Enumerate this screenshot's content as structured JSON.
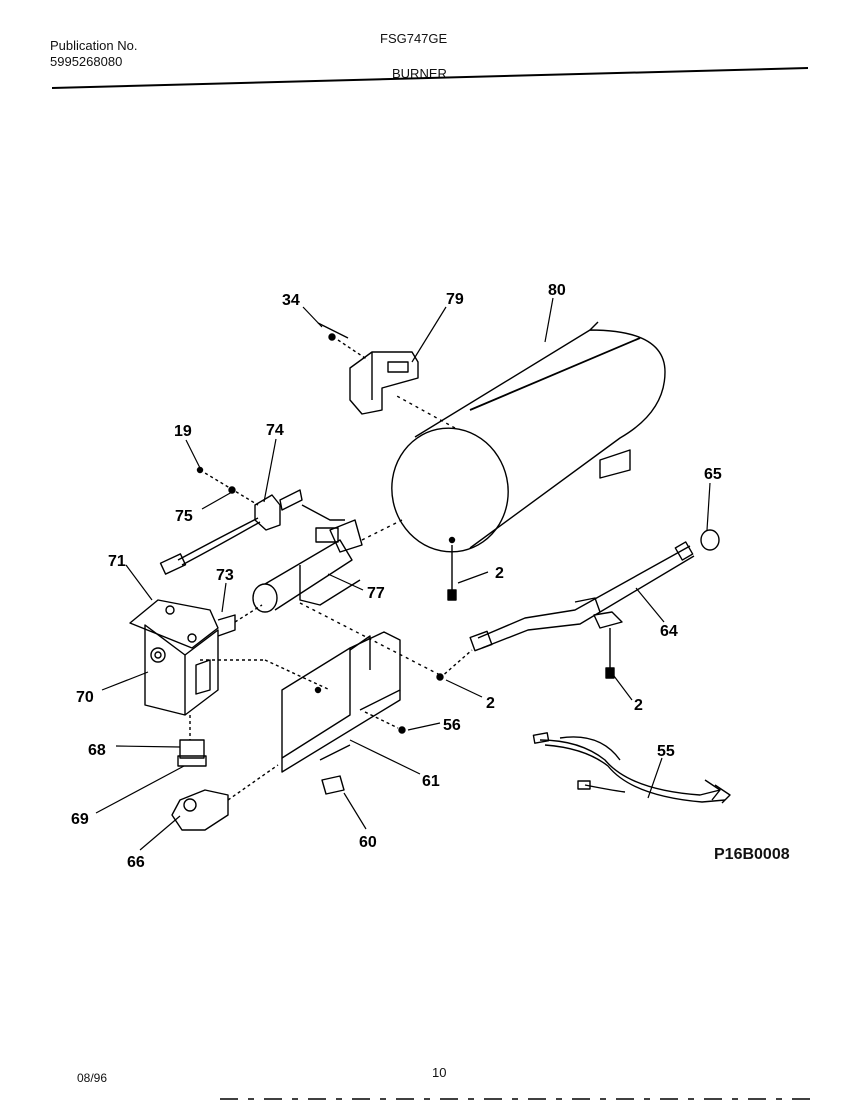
{
  "header": {
    "publication_label": "Publication No.",
    "publication_number": "5995268080",
    "model": "FSG747GE",
    "section": "BURNER"
  },
  "figure_id": "P16B0008",
  "footer": {
    "date": "08/96",
    "page": "10"
  },
  "callouts": {
    "c34": "34",
    "c79": "79",
    "c80": "80",
    "c19": "19",
    "c74": "74",
    "c75": "75",
    "c65": "65",
    "c71": "71",
    "c73": "73",
    "c77": "77",
    "c2a": "2",
    "c64": "64",
    "c70": "70",
    "c2b": "2",
    "c2c": "2",
    "c56": "56",
    "c68": "68",
    "c55": "55",
    "c61": "61",
    "c69": "69",
    "c60": "60",
    "c66": "66"
  }
}
